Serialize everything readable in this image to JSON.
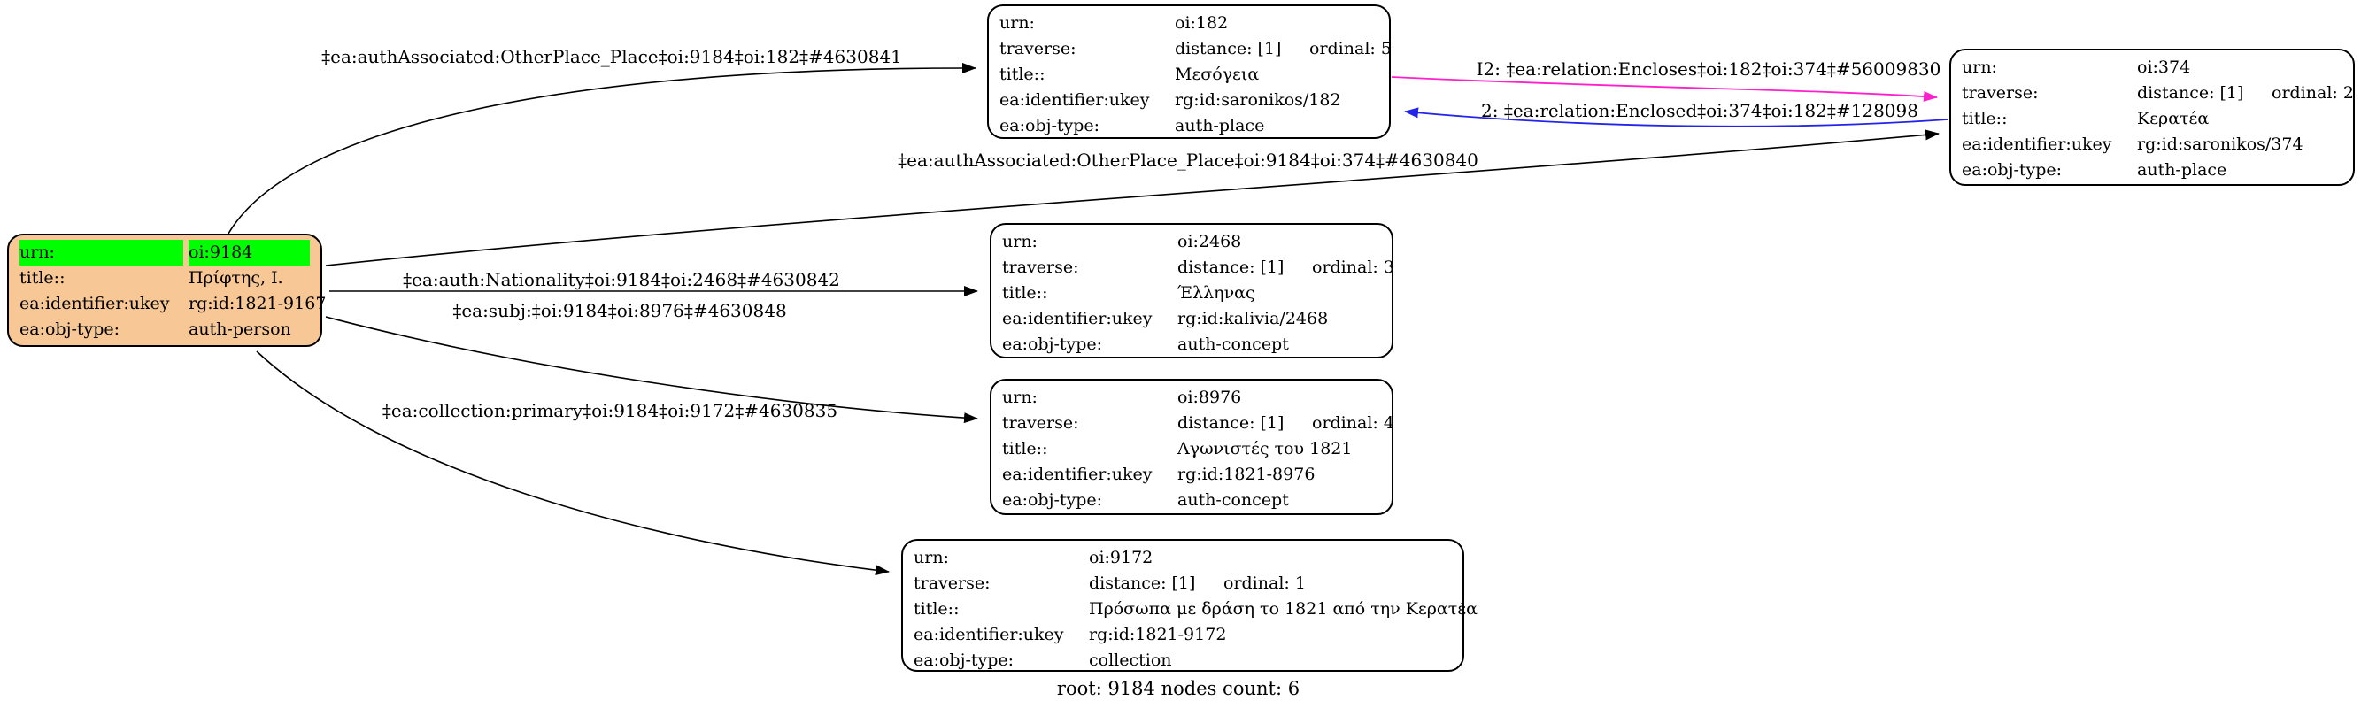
{
  "graph": {
    "caption": "root: 9184 nodes count: 6",
    "colors": {
      "person_fill": "#f7c896",
      "node_fill": "#ffffff",
      "node_border": "#000000",
      "highlight_green": "#00ff00",
      "edge_black": "#000000",
      "edge_magenta": "#ff20cc",
      "edge_blue": "#2424e8"
    }
  },
  "nodes": [
    {
      "id": "oi:9184",
      "type": "person",
      "rows": [
        {
          "label": "urn:",
          "value": "oi:9184"
        },
        {
          "label": "title::",
          "value": "Πρίφτης, Ι."
        },
        {
          "label": "ea:identifier:ukey",
          "value": "rg:id:1821-9167"
        },
        {
          "label": "ea:obj-type:",
          "value": "auth-person"
        }
      ]
    },
    {
      "id": "oi:182",
      "type": "auth-place",
      "rows": [
        {
          "label": "urn:",
          "value": "oi:182"
        },
        {
          "label": "traverse:",
          "value": "distance: [1]",
          "ordinal": "ordinal: 5"
        },
        {
          "label": "title::",
          "value": "Μεσόγεια"
        },
        {
          "label": "ea:identifier:ukey",
          "value": "rg:id:saronikos/182"
        },
        {
          "label": "ea:obj-type:",
          "value": "auth-place"
        }
      ]
    },
    {
      "id": "oi:374",
      "type": "auth-place",
      "rows": [
        {
          "label": "urn:",
          "value": "oi:374"
        },
        {
          "label": "traverse:",
          "value": "distance: [1]",
          "ordinal": "ordinal: 2"
        },
        {
          "label": "title::",
          "value": "Κερατέα"
        },
        {
          "label": "ea:identifier:ukey",
          "value": "rg:id:saronikos/374"
        },
        {
          "label": "ea:obj-type:",
          "value": "auth-place"
        }
      ]
    },
    {
      "id": "oi:2468",
      "type": "auth-concept",
      "rows": [
        {
          "label": "urn:",
          "value": "oi:2468"
        },
        {
          "label": "traverse:",
          "value": "distance: [1]",
          "ordinal": "ordinal: 3"
        },
        {
          "label": "title::",
          "value": "Έλληνας"
        },
        {
          "label": "ea:identifier:ukey",
          "value": "rg:id:kalivia/2468"
        },
        {
          "label": "ea:obj-type:",
          "value": "auth-concept"
        }
      ]
    },
    {
      "id": "oi:8976",
      "type": "auth-concept",
      "rows": [
        {
          "label": "urn:",
          "value": "oi:8976"
        },
        {
          "label": "traverse:",
          "value": "distance: [1]",
          "ordinal": "ordinal: 4"
        },
        {
          "label": "title::",
          "value": "Αγωνιστές του 1821"
        },
        {
          "label": "ea:identifier:ukey",
          "value": "rg:id:1821-8976"
        },
        {
          "label": "ea:obj-type:",
          "value": "auth-concept"
        }
      ]
    },
    {
      "id": "oi:9172",
      "type": "collection",
      "rows": [
        {
          "label": "urn:",
          "value": "oi:9172"
        },
        {
          "label": "traverse:",
          "value": "distance: [1]",
          "ordinal": "ordinal: 1"
        },
        {
          "label": "title::",
          "value": "Πρόσωπα με δράση το 1821 από την Κερατέα"
        },
        {
          "label": "ea:identifier:ukey",
          "value": "rg:id:1821-9172"
        },
        {
          "label": "ea:obj-type:",
          "value": "collection"
        }
      ]
    }
  ],
  "edges": [
    {
      "from": "oi:9184",
      "to": "oi:182",
      "color": "black",
      "label": "‡ea:authAssociated:OtherPlace_Place‡oi:9184‡oi:182‡#4630841"
    },
    {
      "from": "oi:182",
      "to": "oi:374",
      "color": "magenta",
      "label": "I2: ‡ea:relation:Encloses‡oi:182‡oi:374‡#56009830"
    },
    {
      "from": "oi:374",
      "to": "oi:182",
      "color": "blue",
      "label": "2: ‡ea:relation:Enclosed‡oi:374‡oi:182‡#128098"
    },
    {
      "from": "oi:9184",
      "to": "oi:374",
      "color": "black",
      "label": "‡ea:authAssociated:OtherPlace_Place‡oi:9184‡oi:374‡#4630840"
    },
    {
      "from": "oi:9184",
      "to": "oi:2468",
      "color": "black",
      "label": "‡ea:auth:Nationality‡oi:9184‡oi:2468‡#4630842"
    },
    {
      "from": "oi:9184",
      "to": "oi:8976",
      "color": "black",
      "label": "‡ea:subj:‡oi:9184‡oi:8976‡#4630848"
    },
    {
      "from": "oi:9184",
      "to": "oi:9172",
      "color": "black",
      "label": "‡ea:collection:primary‡oi:9184‡oi:9172‡#4630835"
    }
  ]
}
